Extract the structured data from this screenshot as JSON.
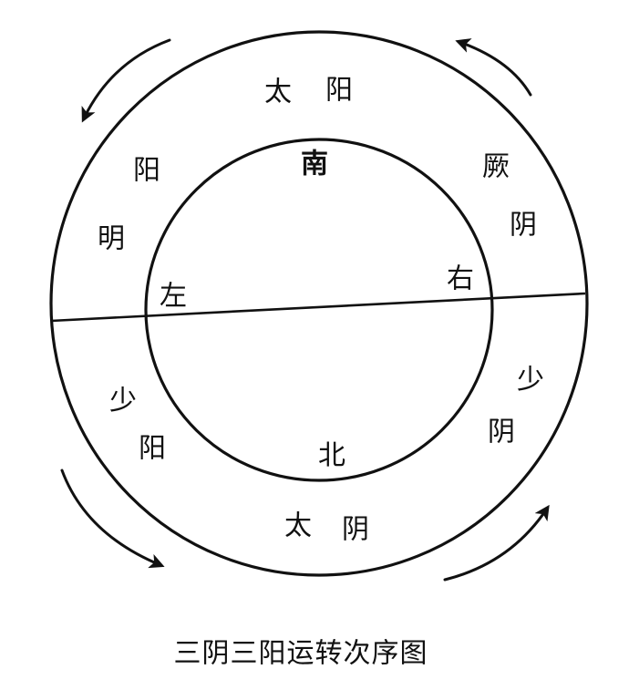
{
  "diagram": {
    "caption": "三阴三阳运转次序图",
    "outer_ring": {
      "taiyang_top": [
        "太",
        "阳"
      ],
      "yangming": [
        "阳",
        "明"
      ],
      "jueyin": [
        "厥",
        "阴"
      ],
      "shaoyang": [
        "少",
        "阳"
      ],
      "shaoyin": [
        "少",
        "阴"
      ],
      "taiyin_bottom": [
        "太",
        "阴"
      ]
    },
    "inner_circle": {
      "south": "南",
      "north": "北",
      "left": "左",
      "right": "右"
    },
    "icons": {
      "flow_arrow": "curved-arrow-icon"
    }
  }
}
